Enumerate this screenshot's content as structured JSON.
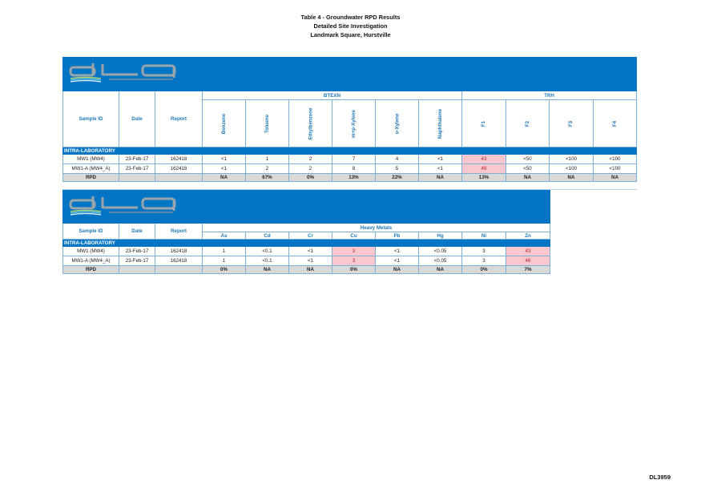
{
  "title": {
    "line1": "Table 4 - Groundwater RPD Results",
    "line2": "Detailed Site Investigation",
    "line3": "Landmark Square, Hurstville"
  },
  "logo": {
    "text": "dlq",
    "icon": "dlq-logo"
  },
  "doc_code": "DL3959",
  "colors": {
    "banner": "#0474c4",
    "header_text": "#1f78b8",
    "highlight_bg": "#f9c8cf",
    "highlight_text": "#b3222c",
    "rpd_bg": "#d9d9d9"
  },
  "table1": {
    "headers": {
      "sample_id": "Sample ID",
      "date": "Date",
      "report": "Report"
    },
    "groups": [
      {
        "label": "BTEXN",
        "columns": [
          "Benzene",
          "Toluene",
          "Ethylbenzene",
          "m+p-Xylene",
          "o-Xylene",
          "Naphthalene"
        ]
      },
      {
        "label": "TRH",
        "columns": [
          "F1",
          "F2",
          "F3",
          "F4"
        ]
      }
    ],
    "section": "INTRA-LABORATORY",
    "rows": [
      {
        "sample_id": "MW1 (MW4)",
        "date": "23-Feb-17",
        "report": "162418",
        "values": [
          "<1",
          "1",
          "2",
          "7",
          "4",
          "<1",
          "43",
          "<50",
          "<100",
          "<100"
        ],
        "highlight": [
          false,
          false,
          false,
          false,
          false,
          false,
          true,
          false,
          false,
          false
        ]
      },
      {
        "sample_id": "MW1-A (MW4_A)",
        "date": "23-Feb-17",
        "report": "162418",
        "values": [
          "<1",
          "2",
          "2",
          "8",
          "5",
          "<1",
          "49",
          "<50",
          "<100",
          "<100"
        ],
        "highlight": [
          false,
          false,
          false,
          false,
          false,
          false,
          true,
          false,
          false,
          false
        ]
      }
    ],
    "rpd": {
      "label": "RPD",
      "values": [
        "NA",
        "67%",
        "0%",
        "13%",
        "22%",
        "NA",
        "13%",
        "NA",
        "NA",
        "NA"
      ]
    }
  },
  "table2": {
    "headers": {
      "sample_id": "Sample ID",
      "date": "Date",
      "report": "Report"
    },
    "group": {
      "label": "Heavy Metals",
      "columns": [
        "As",
        "Cd",
        "Cr",
        "Cu",
        "Pb",
        "Hg",
        "Ni",
        "Zn"
      ]
    },
    "section": "INTRA-LABORATORY",
    "rows": [
      {
        "sample_id": "MW1 (MW4)",
        "date": "23-Feb-17",
        "report": "162418",
        "values": [
          "1",
          "<0.1",
          "<1",
          "3",
          "<1",
          "<0.05",
          "3",
          "43"
        ],
        "highlight": [
          false,
          false,
          false,
          true,
          false,
          false,
          false,
          true
        ]
      },
      {
        "sample_id": "MW1-A (MW4_A)",
        "date": "23-Feb-17",
        "report": "162418",
        "values": [
          "1",
          "<0.1",
          "<1",
          "3",
          "<1",
          "<0.05",
          "3",
          "46"
        ],
        "highlight": [
          false,
          false,
          false,
          true,
          false,
          false,
          false,
          true
        ]
      }
    ],
    "rpd": {
      "label": "RPD",
      "values": [
        "0%",
        "NA",
        "NA",
        "0%",
        "NA",
        "NA",
        "0%",
        "7%"
      ]
    }
  }
}
